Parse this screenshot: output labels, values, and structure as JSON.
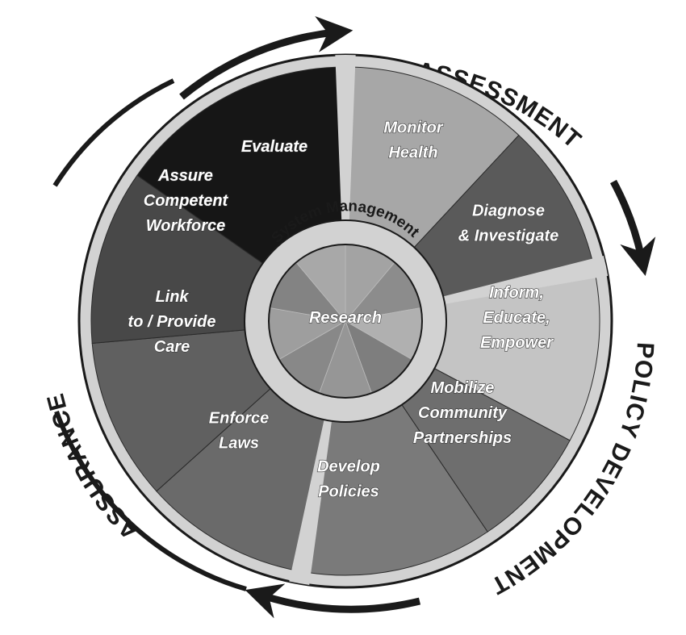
{
  "phases": {
    "assessment": "ASSESSMENT",
    "policy_development": "POLICY DEVELOPMENT",
    "assurance": "ASSURANCE"
  },
  "center": {
    "ring_label": "System Management",
    "core_label": "Research"
  },
  "services": [
    {
      "lines": [
        "Monitor",
        "Health"
      ],
      "color": "#a7a7a7"
    },
    {
      "lines": [
        "Diagnose",
        "& Investigate"
      ],
      "color": "#5a5a5a"
    },
    {
      "lines": [
        "Inform,",
        "Educate,",
        "Empower"
      ],
      "color": "#c4c4c4"
    },
    {
      "lines": [
        "Mobilize",
        "Community",
        "Partnerships"
      ],
      "color": "#6e6e6e"
    },
    {
      "lines": [
        "Develop",
        "Policies"
      ],
      "color": "#7a7a7a"
    },
    {
      "lines": [
        "Enforce",
        "Laws"
      ],
      "color": "#6a6a6a"
    },
    {
      "lines": [
        "Link",
        "to / Provide",
        "Care"
      ],
      "color": "#606060"
    },
    {
      "lines": [
        "Assure",
        "Competent",
        "Workforce"
      ],
      "color": "#484848"
    },
    {
      "lines": [
        "Evaluate"
      ],
      "color": "#161616"
    }
  ],
  "colors": {
    "ring": "#d2d2d2",
    "outline": "#1a1a1a",
    "core": "#9a9a9a"
  }
}
